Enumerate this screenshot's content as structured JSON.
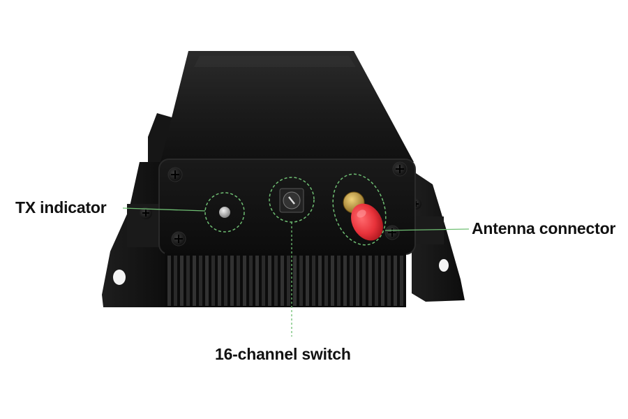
{
  "callouts": {
    "tx_indicator": "TX indicator",
    "antenna_connector": "Antenna connector",
    "channel_switch": "16-channel switch"
  },
  "colors": {
    "leader_line": "#6fbf73",
    "device_body": "#141414",
    "antenna_cap": "#e8323a",
    "brass": "#c9a24a"
  },
  "icons": {
    "led": "tx-led-icon",
    "dial": "rotary-switch-icon",
    "sma": "sma-antenna-connector-icon"
  }
}
